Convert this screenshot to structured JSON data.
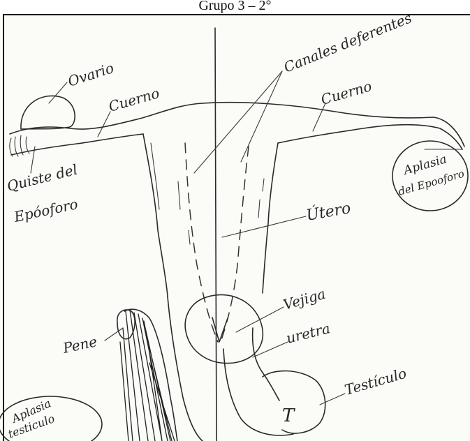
{
  "caption": "Grupo 3 – 2°",
  "labels": {
    "ovario": "Ovario",
    "cuerno_left": "Cuerno",
    "canales_deferentes": "Canales deferentes",
    "cuerno_right": "Cuerno",
    "quiste": "Quiste del",
    "epooforo": "Epóoforo",
    "utero": "Útero",
    "vejiga": "Vejiga",
    "uretra": "uretra",
    "pene": "Pene",
    "testiculo": "Testículo",
    "t_mark": "T",
    "aplasia_right_1": "Aplasia",
    "aplasia_right_2": "del Epooforo",
    "aplasia_left_1": "Aplasia",
    "aplasia_left_2": "testiculo"
  }
}
